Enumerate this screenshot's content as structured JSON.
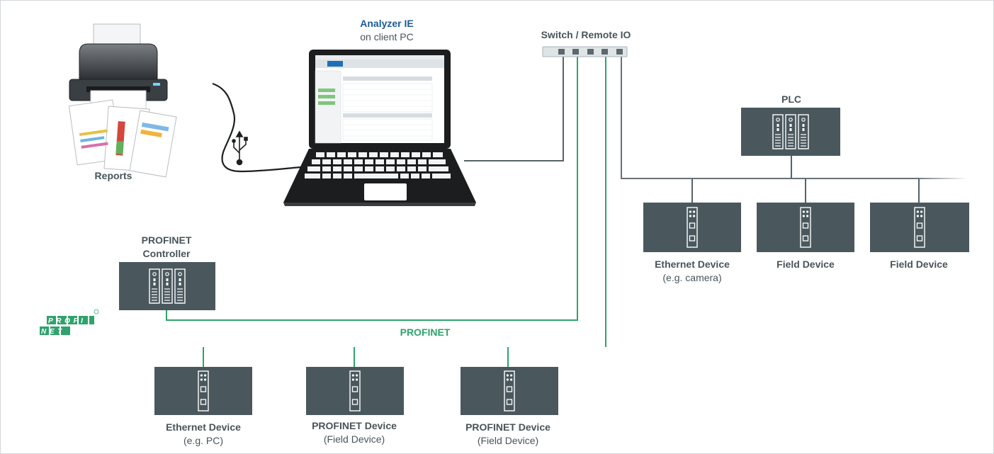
{
  "analyzer": {
    "title": "Analyzer IE",
    "subtitle": "on client PC"
  },
  "switch": {
    "label": "Switch / Remote IO"
  },
  "printer": {
    "label": "Reports"
  },
  "plc": {
    "label": "PLC"
  },
  "controller": {
    "line1": "PROFINET",
    "line2": "Controller"
  },
  "profinet": {
    "bus_label": "PROFINET",
    "logo_top": "PROFI",
    "logo_bottom": "NET"
  },
  "top_devices": [
    {
      "name": "Ethernet Device",
      "sub": "(e.g. camera)"
    },
    {
      "name": "Field Device",
      "sub": ""
    },
    {
      "name": "Field Device",
      "sub": ""
    }
  ],
  "bottom_devices": [
    {
      "name": "Ethernet Device",
      "sub": "(e.g. PC)"
    },
    {
      "name": "PROFINET Device",
      "sub": "(Field Device)"
    },
    {
      "name": "PROFINET Device",
      "sub": "(Field Device)"
    }
  ],
  "colors": {
    "device_fill": "#4a585e",
    "profinet_green": "#2ea36b",
    "wire_gray": "#56636a",
    "accent_blue": "#1c5b95"
  }
}
